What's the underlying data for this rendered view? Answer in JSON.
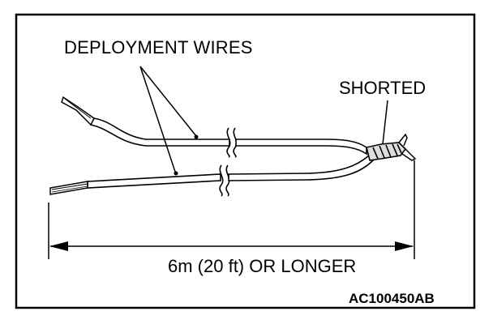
{
  "labels": {
    "deployment_wires": "DEPLOYMENT WIRES",
    "shorted": "SHORTED",
    "length": "6m (20 ft) OR LONGER",
    "figure_code": "AC100450AB"
  },
  "colors": {
    "stroke": "#000000",
    "background": "#ffffff"
  }
}
